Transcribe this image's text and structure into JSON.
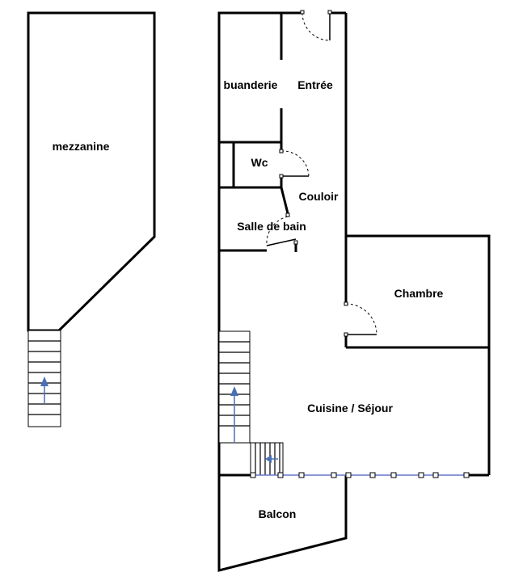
{
  "rooms": {
    "mezzanine": "mezzanine",
    "buanderie": "buanderie",
    "entree": "Entrée",
    "wc": "Wc",
    "couloir": "Couloir",
    "salle_de_bain": "Salle de bain",
    "chambre": "Chambre",
    "cuisine_sejour": "Cuisine / Séjour",
    "balcon": "Balcon"
  },
  "colors": {
    "walls": "#000000",
    "stair_arrow": "#4a6fb5",
    "background": "#ffffff"
  }
}
